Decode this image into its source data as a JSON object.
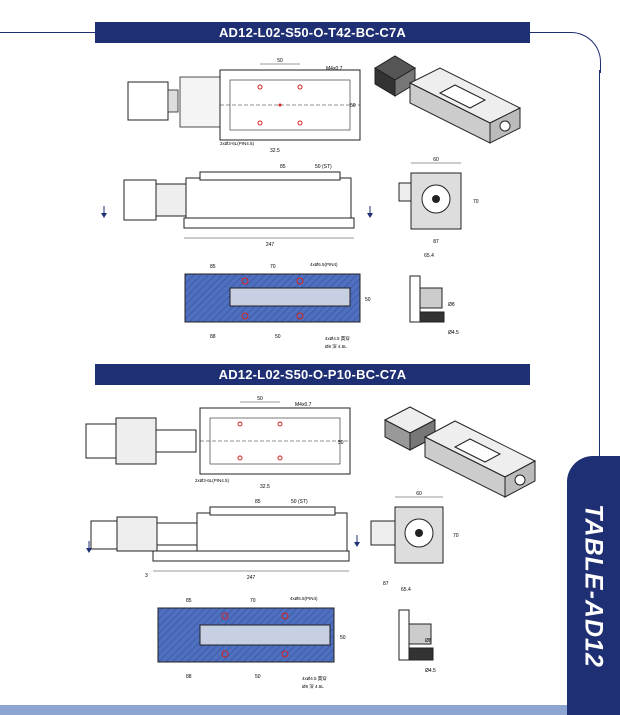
{
  "sections": [
    {
      "title": "AD12-L02-S50-O-T42-BC-C7A",
      "top_view": {
        "dims": [
          "50",
          "50",
          "32.5"
        ],
        "notes": [
          "M4x0.7",
          "2xØ3-6L(PIN4.5)"
        ]
      },
      "front_view": {
        "dims": [
          "85",
          "50 (ST)",
          "247"
        ]
      },
      "end_view": {
        "dims": [
          "60",
          "70",
          "87",
          "65.4"
        ]
      },
      "base_view": {
        "dims": [
          "85",
          "70",
          "88",
          "50",
          "50"
        ],
        "notes": [
          "4xØ6.5(PIN4)",
          "4xØ4.5 貫穿",
          "Ø8 深 4.5L"
        ]
      },
      "section_view": {
        "dims": [
          "Ø8",
          "Ø4.5"
        ]
      }
    },
    {
      "title": "AD12-L02-S50-O-P10-BC-C7A",
      "top_view": {
        "dims": [
          "50",
          "50",
          "32.5"
        ],
        "notes": [
          "M4x0.7",
          "2xØ3-6L(PIN4.5)"
        ]
      },
      "front_view": {
        "dims": [
          "85",
          "50 (ST)",
          "247",
          "3"
        ]
      },
      "end_view": {
        "dims": [
          "60",
          "70",
          "87",
          "65.4"
        ]
      },
      "base_view": {
        "dims": [
          "85",
          "70",
          "88",
          "50",
          "50"
        ],
        "notes": [
          "4xØ6.5(PIN4)",
          "4xØ4.5 貫穿",
          "Ø8 深 4.5L"
        ]
      },
      "section_view": {
        "dims": [
          "Ø8",
          "Ø4.5"
        ]
      }
    }
  ],
  "side_tab": {
    "label": "TABLE-AD12"
  },
  "colors": {
    "brand": "#1e2f73",
    "hatch": "#4f6fbf",
    "accent": "#d4241e",
    "band": "#8fa5d1"
  }
}
